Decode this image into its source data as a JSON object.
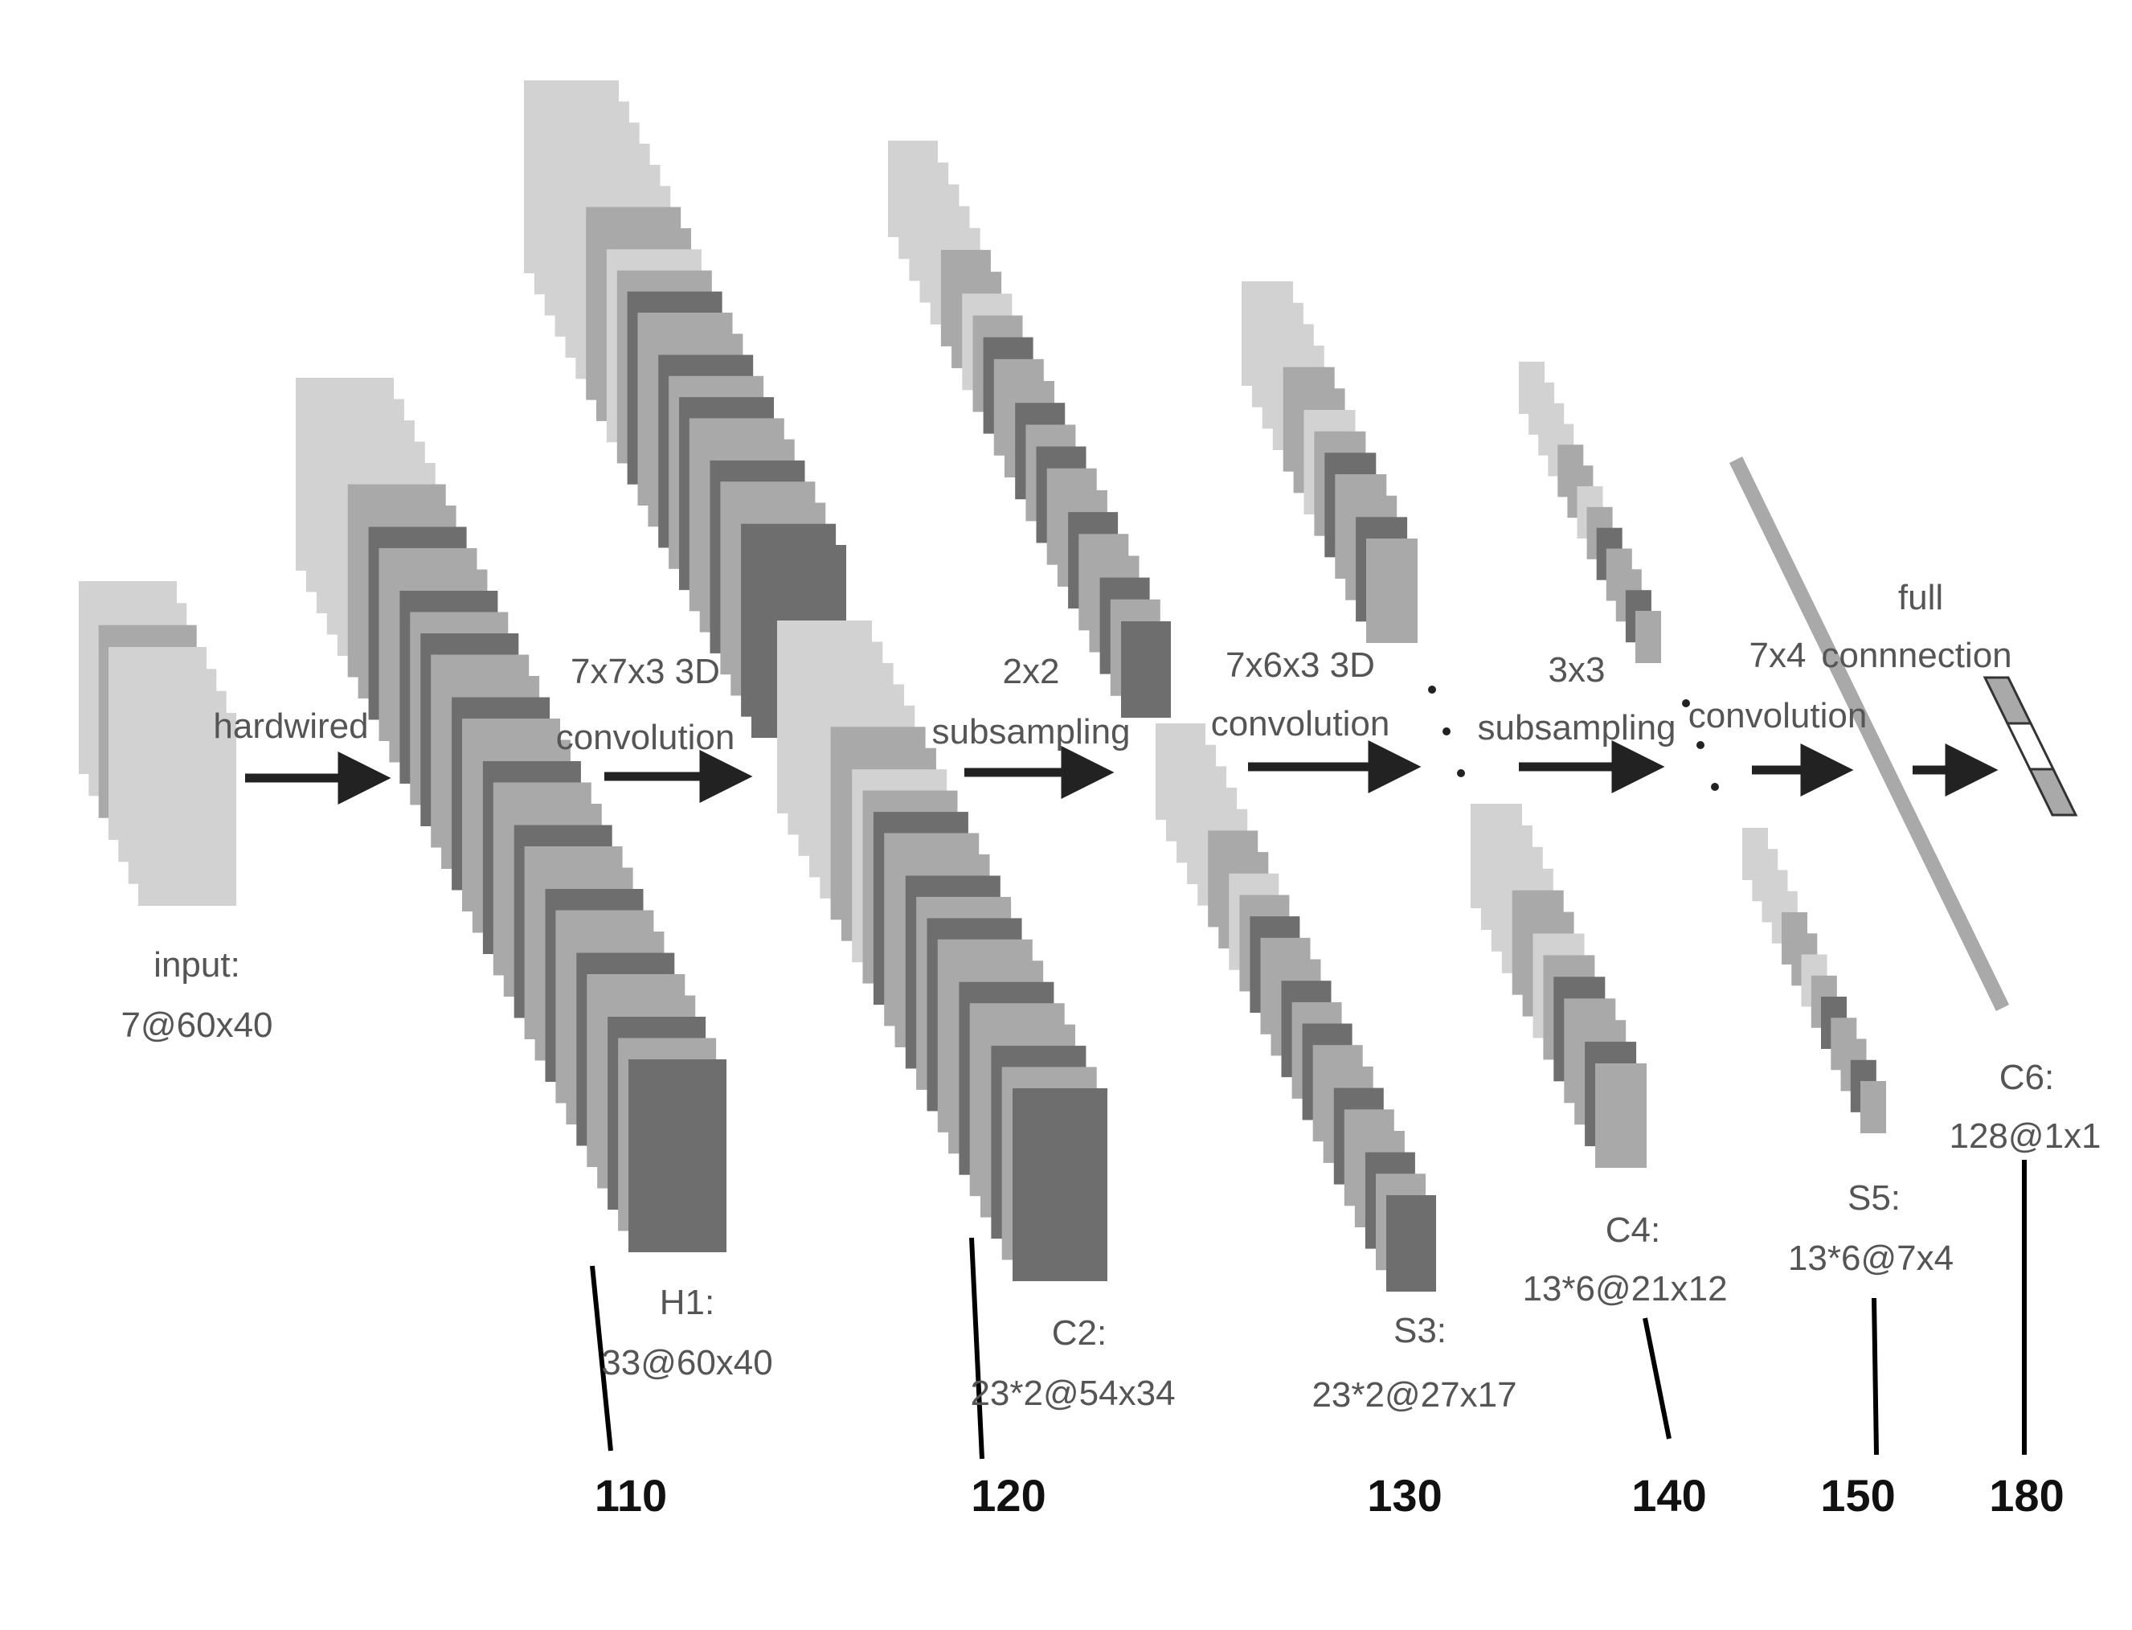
{
  "colors": {
    "light": "#d2d2d2",
    "mid": "#a9a9a9",
    "dark": "#6e6e6e",
    "arrow": "#222222",
    "leader": "#000000",
    "text": "#555555"
  },
  "labels": {
    "input_name": "input:",
    "input_dims": "7@60x40",
    "h1_name": "H1:",
    "h1_dims": "33@60x40",
    "c2_name": "C2:",
    "c2_dims": "23*2@54x34",
    "s3_name": "S3:",
    "s3_dims": "23*2@27x17",
    "c4_name": "C4:",
    "c4_dims": "13*6@21x12",
    "s5_name": "S5:",
    "s5_dims": "13*6@7x4",
    "c6_name": "C6:",
    "c6_dims": "128@1x1"
  },
  "operations": {
    "op1": "hardwired",
    "op2_line1": "7x7x3 3D",
    "op2_line2": "convolution",
    "op3_line1": "2x2",
    "op3_line2": "subsampling",
    "op4_line1": "7x6x3 3D",
    "op4_line2": "convolution",
    "op5_line1": "3x3",
    "op5_line2": "subsampling",
    "op6_line1": "7x4",
    "op6_line2": "convolution",
    "op7_line1": "full",
    "op7_line2": "connnection"
  },
  "references": {
    "r110": "110",
    "r120": "120",
    "r130": "130",
    "r140": "140",
    "r150": "150",
    "r180": "180"
  }
}
